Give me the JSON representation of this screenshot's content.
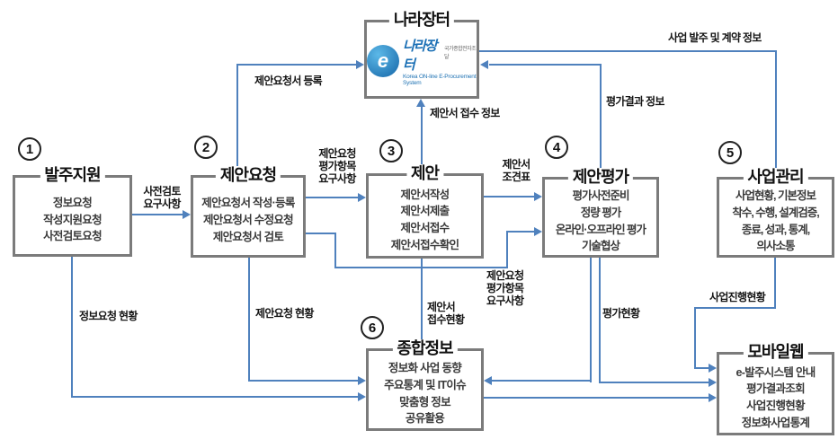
{
  "colors": {
    "line": "#4f81bd",
    "box_border": "#7b7b7b",
    "text": "#111111",
    "logo_blue": "#1a6fb5"
  },
  "nara": {
    "title": "나라장터",
    "logo": {
      "mark": "e",
      "name": "나라장터",
      "sub": "국가종합전자조달",
      "eng": "Korea ON-line E-Procurement System"
    }
  },
  "boxes": [
    {
      "number": "1",
      "title": "발주지원",
      "lines": [
        "정보요청",
        "작성지원요청",
        "사전검토요청"
      ]
    },
    {
      "number": "2",
      "title": "제안요청",
      "lines": [
        "제안요청서 작성·등록",
        "제안요청서 수정요청",
        "제안요청서 검토"
      ]
    },
    {
      "number": "3",
      "title": "제안",
      "lines": [
        "제안서작성",
        "제안서제출",
        "제안서접수",
        "제안서접수확인"
      ]
    },
    {
      "number": "4",
      "title": "제안평가",
      "lines": [
        "평가사전준비",
        "정량 평가",
        "온라인·오프라인 평가",
        "기술협상"
      ]
    },
    {
      "number": "5",
      "title": "사업관리",
      "lines": [
        "사업현황, 기본정보",
        "착수, 수행, 설계검증,",
        "종료, 성과, 통계,",
        "의사소통"
      ]
    },
    {
      "number": "6",
      "title": "종합정보",
      "lines": [
        "정보화 사업 동향",
        "주요통계 및 IT이슈",
        "맞춤형 정보",
        "공유활용"
      ]
    },
    {
      "title": "모바일웹",
      "lines": [
        "e-발주시스템 안내",
        "평가결과조회",
        "사업진행현황",
        "정보화사업통계"
      ]
    }
  ],
  "edge_labels": {
    "pre_review": "사전검토\n요구사항",
    "rfp_items_to_proposal": "제안요청\n평가항목\n요구사항",
    "proposal_ref_table": "제안서\n조견표",
    "rfp_register": "제안요청서 등록",
    "proposal_receipt_info": "제안서 접수 정보",
    "eval_result_info": "평가결과 정보",
    "order_contract_info": "사업 발주 및 계약 정보",
    "info_request_status": "정보요청 현황",
    "rfp_status": "제안요청 현황",
    "proposal_receipt_status": "제안서\n접수현황",
    "rfp_items_to_eval": "제안요청\n평가항목\n요구사항",
    "eval_status": "평가현황",
    "project_progress_status": "사업진행현황"
  }
}
